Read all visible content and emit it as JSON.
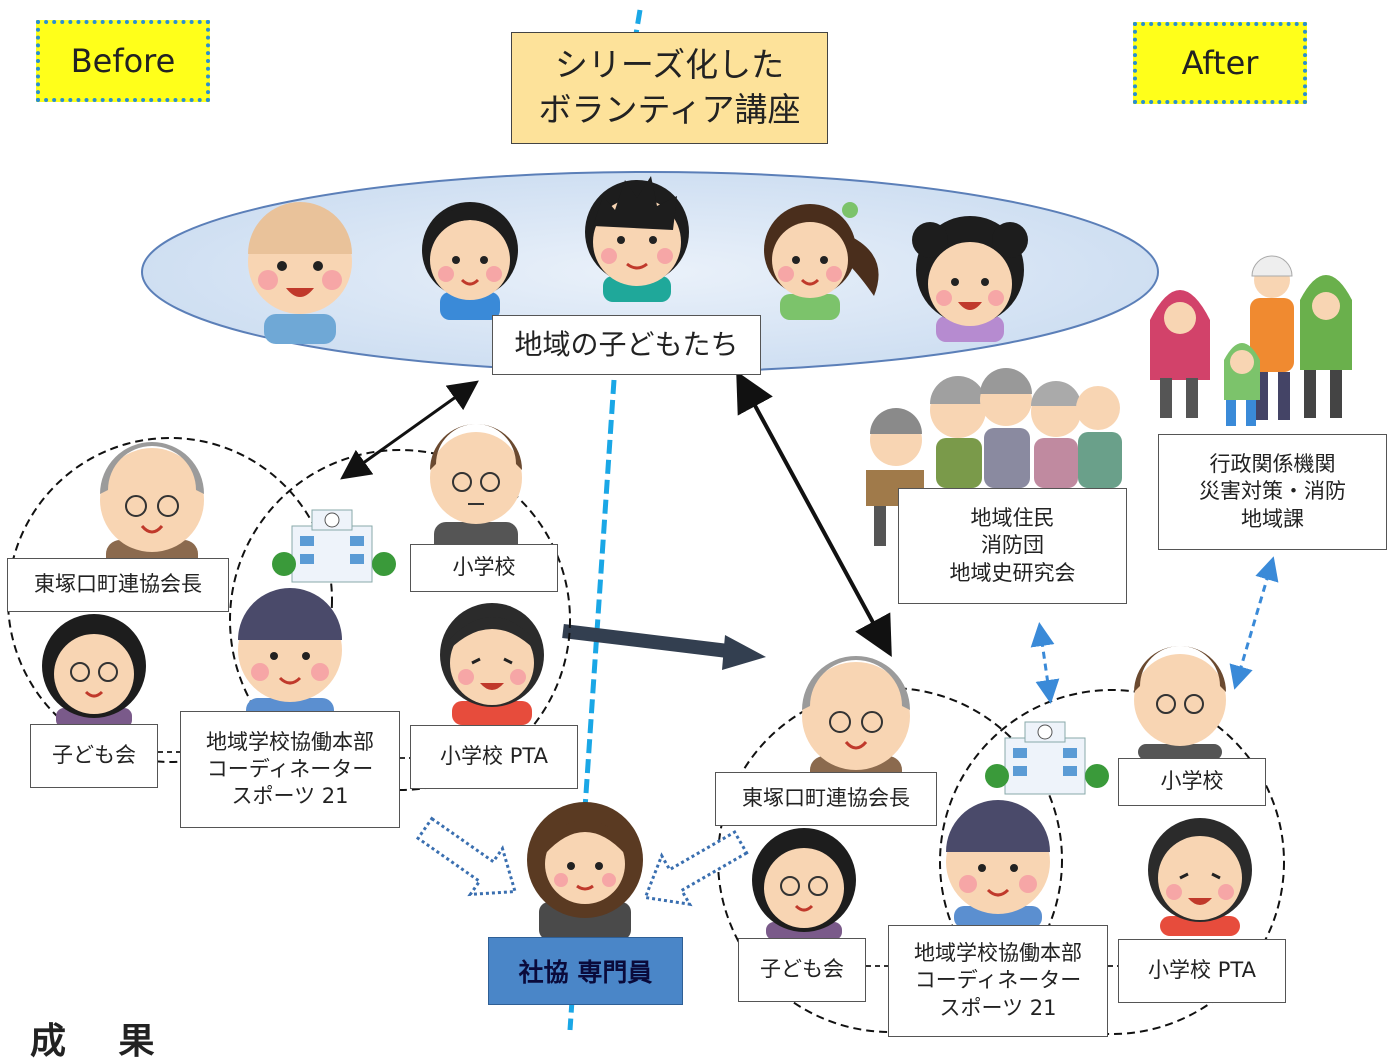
{
  "tags": {
    "before": "Before",
    "after": "After"
  },
  "title": {
    "line1": "シリーズ化した",
    "line2": "ボランティア講座"
  },
  "children_label": "地域の子どもたち",
  "before": {
    "chairman": "東塚口町連協会長",
    "school": "小学校",
    "pta": "小学校 PTA",
    "kids_club": "子ども会",
    "coordinator": "地域学校協働本部\nコーディネーター\nスポーツ 21"
  },
  "after": {
    "chairman": "東塚口町連協会長",
    "school": "小学校",
    "pta": "小学校 PTA",
    "kids_club": "子ども会",
    "coordinator": "地域学校協働本部\nコーディネーター\nスポーツ 21",
    "residents": "地域住民\n消防団\n地域史研究会",
    "government": "行政関係機関\n災害対策・消防\n地域課"
  },
  "staff": "社協 専門員",
  "bottom_heading": "成 果",
  "colors": {
    "tag_fill": "#ffff1a",
    "tag_border": "#2a8fd0",
    "title_fill": "#fde29a",
    "ellipse_fill": "#dbe8f6",
    "ellipse_stroke": "#5b7fb8",
    "divider": "#1aa7e6",
    "staff_fill": "#4a86c8",
    "big_arrow": "#333f50",
    "dashed_arrow": "#3a8ad8"
  }
}
